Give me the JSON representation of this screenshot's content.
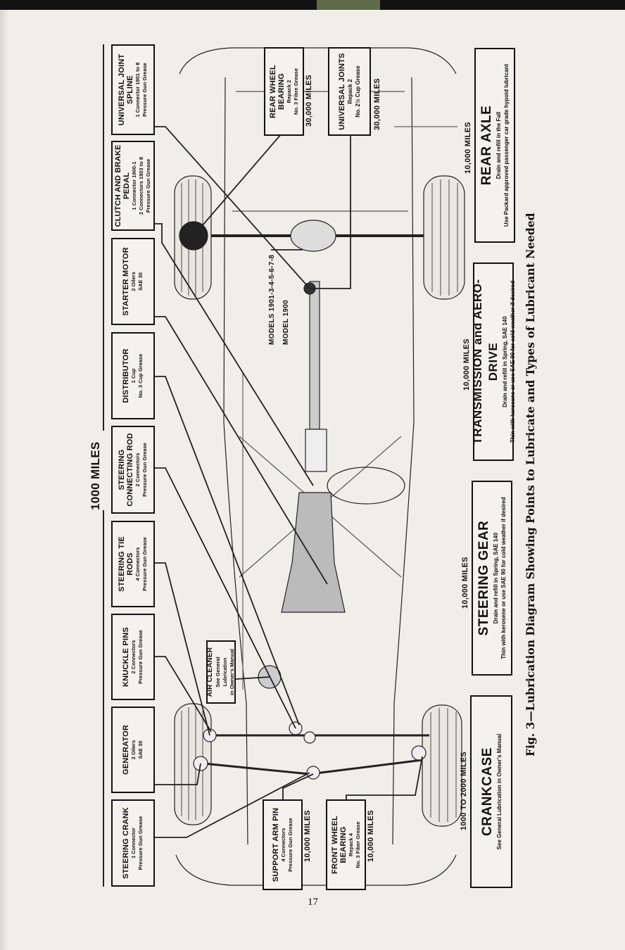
{
  "header_miles": "1000 MILES",
  "callouts_1000": [
    {
      "title": "UNIVERSAL JOINT SPLINE",
      "lines": [
        "1 Connector 1901 to 8",
        "Pressure Gun Grease"
      ]
    },
    {
      "title": "CLUTCH AND BRAKE PEDAL",
      "lines": [
        "1 Connector 1900-1",
        "2 Connectors 1903 to 8",
        "Pressure Gun Grease"
      ]
    },
    {
      "title": "STARTER MOTOR",
      "lines": [
        "2 Oilers",
        "SAE 30"
      ]
    },
    {
      "title": "DISTRIBUTOR",
      "lines": [
        "1 Cup",
        "No. 3 Cup Grease"
      ]
    },
    {
      "title": "STEERING CONNECTING ROD",
      "lines": [
        "2 Connectors",
        "Pressure Gun Grease"
      ]
    },
    {
      "title": "STEERING TIE RODS",
      "lines": [
        "4 Connectors",
        "Pressure Gun Grease"
      ]
    },
    {
      "title": "KNUCKLE PINS",
      "lines": [
        "2 Connectors",
        "Pressure Gun Grease"
      ]
    },
    {
      "title": "GENERATOR",
      "lines": [
        "2 Oilers",
        "SAE 30"
      ]
    },
    {
      "title": "STEERING CRANK",
      "lines": [
        "1 Connector",
        "Pressure Gun Grease"
      ]
    }
  ],
  "air_cleaner": {
    "title": "AIR CLEANER",
    "lines": [
      "See General Lubrication",
      "in Owner's Manual"
    ]
  },
  "rear_wheel_bearing": {
    "title": "REAR WHEEL BEARING",
    "lines": [
      "Repack 2",
      "No. 3 Fibre Grease"
    ],
    "miles": "30,000 MILES"
  },
  "universal_joints": {
    "title": "UNIVERSAL JOINTS",
    "lines": [
      "Repack 2",
      "No. 2½ Cup Grease"
    ],
    "miles": "30,000 MILES"
  },
  "models": {
    "a": "MODELS 1901-3-4-5-6-7-8",
    "b": "MODEL 1900"
  },
  "support_arm_pin": {
    "title": "SUPPORT ARM PIN",
    "lines": [
      "4 Connectors",
      "Pressure Gun Grease"
    ],
    "miles": "10,000 MILES"
  },
  "front_wheel_bearing": {
    "title": "FRONT WHEEL BEARING",
    "lines": [
      "Repack 4",
      "No. 3 Fiber Grease"
    ],
    "miles": "10,000 MILES"
  },
  "crankcase": {
    "miles": "1000 TO 2000 MILES",
    "title": "CRANKCASE",
    "lines": [
      "See General Lubrication in Owner's Manual"
    ]
  },
  "steering_gear": {
    "miles": "10,000 MILES",
    "title": "STEERING GEAR",
    "lines": [
      "Drain and refill in Spring, SAE 140",
      "Thin with kerosene or use SAE 90 for cold weather if desired"
    ]
  },
  "transmission": {
    "miles": "10,000 MILES",
    "title": "TRANSMISSION and AERO-DRIVE",
    "lines": [
      "Drain and refill in Spring, SAE 140",
      "Thin with kerosene or use SAE 90 for cold weather if desired"
    ]
  },
  "rear_axle": {
    "miles": "10,000 MILES",
    "title": "REAR AXLE",
    "lines": [
      "Drain and refill in the Fall",
      "Use Packard approved passenger car grade hypoid lubricant"
    ]
  },
  "caption": "Fig. 3—Lubrication Diagram Showing Points to Lubricate and Types of Lubricant Needed",
  "page_number": "17"
}
